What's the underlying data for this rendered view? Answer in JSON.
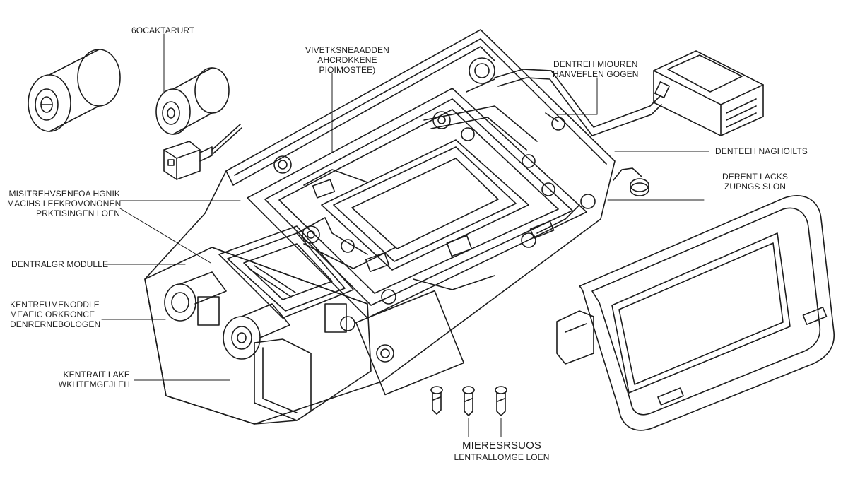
{
  "colors": {
    "ink": "#1c1c1c",
    "background": "#ffffff"
  },
  "labels": {
    "top_left": "6OCAKTARURT",
    "top_center": [
      "VIVETKSNEAADDEN",
      "AHCRDKKENE",
      "PIOIMOSTEE)"
    ],
    "top_right": [
      "DENTREH MIOUREN",
      "HANVEFLEN GOGEN"
    ],
    "right_1": "DENTEEH NAGHOILTS",
    "right_2": [
      "DERENT LACKS",
      "ZUPNGS SLON"
    ],
    "left_1": [
      "MISITREHVSENFOA HGNIK",
      "MACIHS LEEKROVONONEN",
      "PRKTISINGEN LOEN"
    ],
    "left_2": "DENTRALGR MODULLE",
    "left_3": [
      "KENTREUMENODDLE",
      "MEAEIC ORKRONCE",
      "DENRERNEBOLOGEN"
    ],
    "left_4": [
      "KENTRAIT LAKE",
      "WKHTEMGEJLEH"
    ],
    "bottom": [
      "MIERESRSUOS",
      "LENTRALLOMGE LOEN"
    ]
  }
}
